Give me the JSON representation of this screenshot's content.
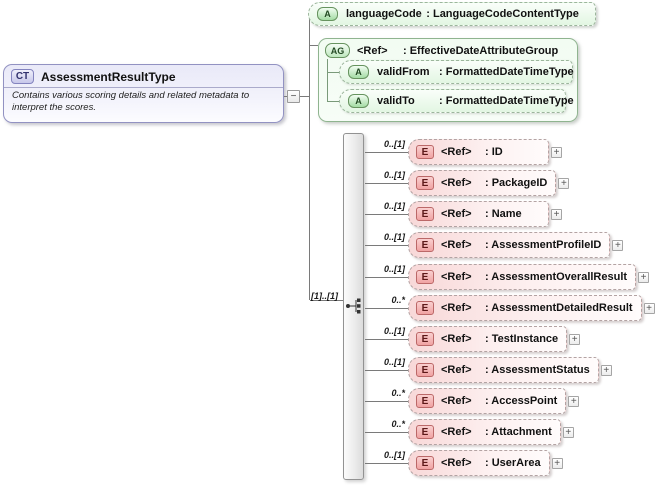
{
  "badges": {
    "complex_type": "CT",
    "attribute": "A",
    "attribute_group": "AG",
    "element": "E"
  },
  "icons": {
    "expand": "+",
    "collapse": "−"
  },
  "complex_type": {
    "name": "AssessmentResultType",
    "description": "Contains various scoring details and related metadata to interpret the scores."
  },
  "attribute": {
    "name": "languageCode",
    "type": ": LanguageCodeContentType"
  },
  "attribute_group": {
    "ref": "<Ref>",
    "name": ": EffectiveDateAttributeGroup",
    "attributes": [
      {
        "name": "validFrom",
        "type": ": FormattedDateTimeType"
      },
      {
        "name": "validTo",
        "type": ": FormattedDateTimeType"
      }
    ]
  },
  "sequence": {
    "cardinality": "[1]..[1]"
  },
  "elements": [
    {
      "cardinality": "0..[1]",
      "ref": "<Ref>",
      "name": ": ID"
    },
    {
      "cardinality": "0..[1]",
      "ref": "<Ref>",
      "name": ": PackageID"
    },
    {
      "cardinality": "0..[1]",
      "ref": "<Ref>",
      "name": ": Name"
    },
    {
      "cardinality": "0..[1]",
      "ref": "<Ref>",
      "name": ": AssessmentProfileID"
    },
    {
      "cardinality": "0..[1]",
      "ref": "<Ref>",
      "name": ": AssessmentOverallResult"
    },
    {
      "cardinality": "0..*",
      "ref": "<Ref>",
      "name": ": AssessmentDetailedResult"
    },
    {
      "cardinality": "0..[1]",
      "ref": "<Ref>",
      "name": ": TestInstance"
    },
    {
      "cardinality": "0..[1]",
      "ref": "<Ref>",
      "name": ": AssessmentStatus"
    },
    {
      "cardinality": "0..*",
      "ref": "<Ref>",
      "name": ": AccessPoint"
    },
    {
      "cardinality": "0..*",
      "ref": "<Ref>",
      "name": ": Attachment"
    },
    {
      "cardinality": "0..[1]",
      "ref": "<Ref>",
      "name": ": UserArea"
    }
  ]
}
